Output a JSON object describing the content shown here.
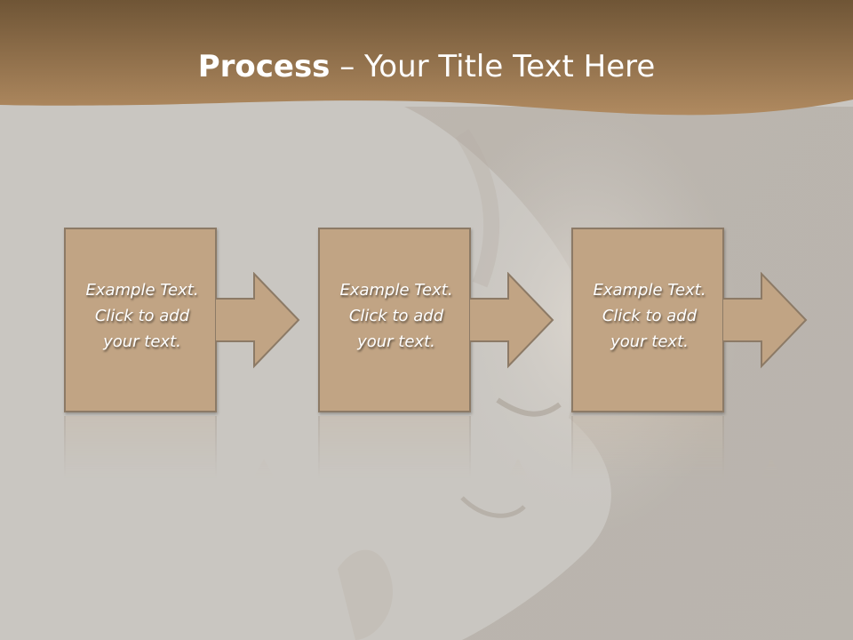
{
  "slide": {
    "title_bold": "Process",
    "title_rest": " – Your Title Text Here"
  },
  "steps": [
    {
      "lines": [
        "Example Text.",
        "Click  to add",
        "your text."
      ]
    },
    {
      "lines": [
        "Example Text.",
        "Click  to add",
        "your text."
      ]
    },
    {
      "lines": [
        "Example Text.",
        "Click  to add",
        "your text."
      ]
    }
  ],
  "colors": {
    "header_dark": "#6f5536",
    "header_light": "#b08a60",
    "box_fill": "#c1a484",
    "box_border": "#8c7a66",
    "background": "#c9c6c1"
  }
}
